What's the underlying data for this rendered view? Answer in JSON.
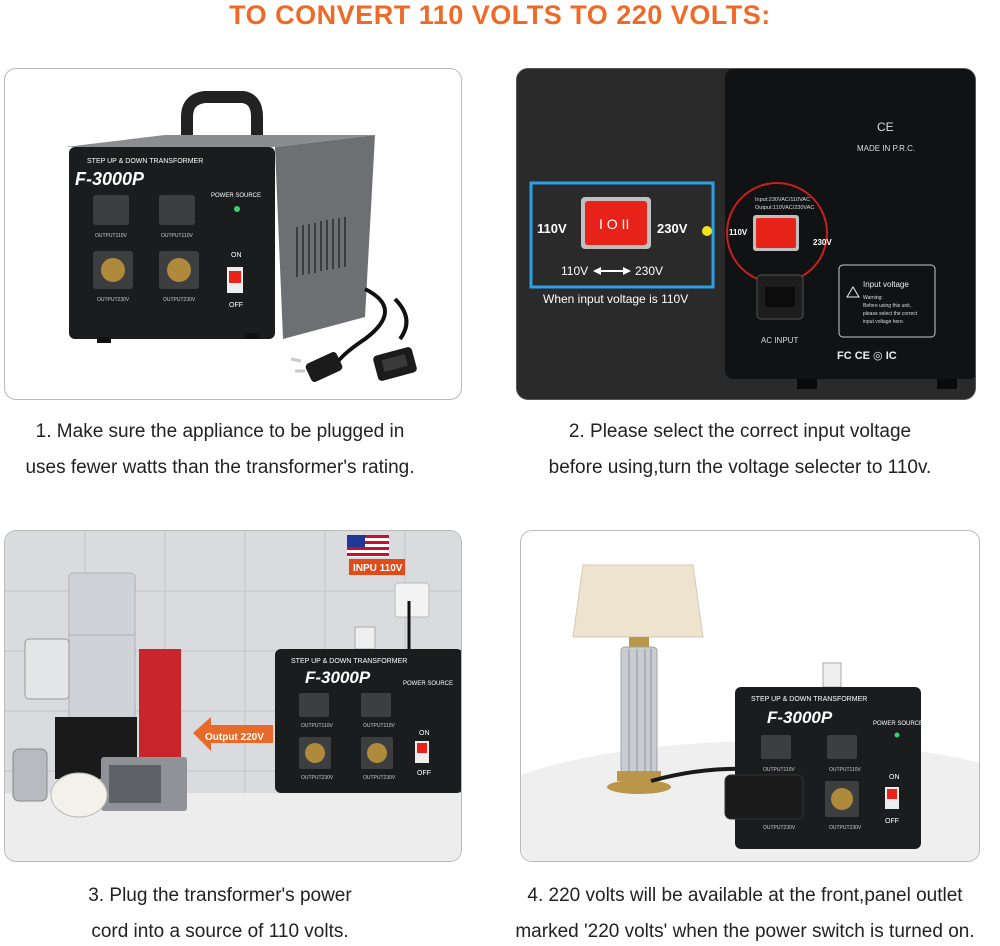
{
  "title": "TO CONVERT 110 VOLTS TO 220 VOLTS:",
  "device": {
    "header": "STEP UP & DOWN TRANSFORMER",
    "model": "F-3000P",
    "power_source": "POWER SOURCE",
    "on": "ON",
    "off": "OFF",
    "output110": "OUTPUT110V",
    "output230": "OUTPUT230V"
  },
  "panel2": {
    "ce": "CE",
    "made_in": "MADE IN  P.R.C.",
    "left_110": "110V",
    "right_230": "230V",
    "switch_arrow_label_left": "110V",
    "switch_arrow_label_right": "230V",
    "when_input": "When input voltage is 110V",
    "small_110": "110V",
    "small_230": "230V",
    "io_line1": "Input:230VAC/110VAC",
    "io_line2": "Output:110VAC/230VAC",
    "ac_input": "AC INPUT",
    "warn_title": "Input voltage",
    "warn_1": "Warning:",
    "warn_2": "Before using this unit,",
    "warn_3": "please select the correct",
    "warn_4": "input voltage here.",
    "certs": "FC  CE  ◎  IC"
  },
  "panel3": {
    "input_label": "INPU 110V",
    "output_label": "Output 220V"
  },
  "captions": {
    "c1_line1": "1. Make sure the appliance to be plugged in",
    "c1_line2": "uses fewer watts than the transformer's rating.",
    "c2_line1": "2. Please select the correct input voltage",
    "c2_line2": "before using,turn the voltage selecter to 110v.",
    "c3_line1": "3. Plug the transformer's power",
    "c3_line2": "cord into a source of 110 volts.",
    "c4_line1": "4. 220 volts will be available at the front,panel outlet",
    "c4_line2": "marked '220 volts' when the power switch is turned on."
  },
  "colors": {
    "accent": "#ee6a26",
    "switch_red": "#e8241a",
    "highlight_blue": "#2aa0e6"
  }
}
